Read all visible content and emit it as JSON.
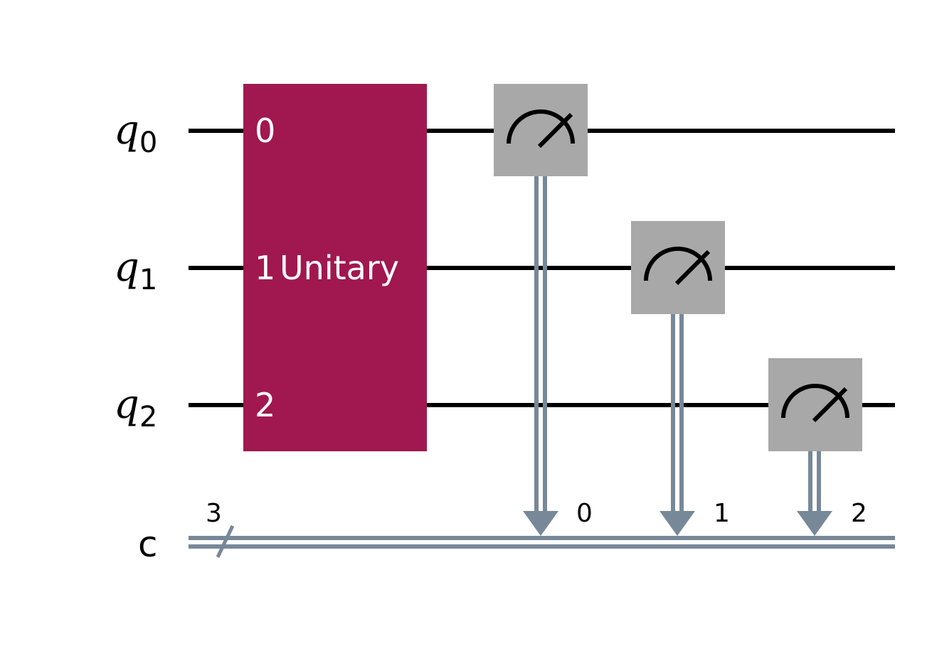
{
  "qubits": [
    {
      "name": "q",
      "index": "0"
    },
    {
      "name": "q",
      "index": "1"
    },
    {
      "name": "q",
      "index": "2"
    }
  ],
  "classical_register": {
    "name": "c",
    "size": "3"
  },
  "unitary_gate": {
    "label": "Unitary",
    "ports": [
      "0",
      "1",
      "2"
    ],
    "color": "#a0184f"
  },
  "measurements": [
    {
      "qubit": 0,
      "bit": "0"
    },
    {
      "qubit": 1,
      "bit": "1"
    },
    {
      "qubit": 2,
      "bit": "2"
    }
  ],
  "colors": {
    "wire": "#000000",
    "classical_wire": "#778899",
    "measure_box": "#a8a8a8",
    "measure_icon": "#000000",
    "gate_text": "#ffffff"
  },
  "icons": {
    "measure": "meter-icon",
    "bundle": "slash-icon",
    "arrow": "arrow-down-icon"
  }
}
